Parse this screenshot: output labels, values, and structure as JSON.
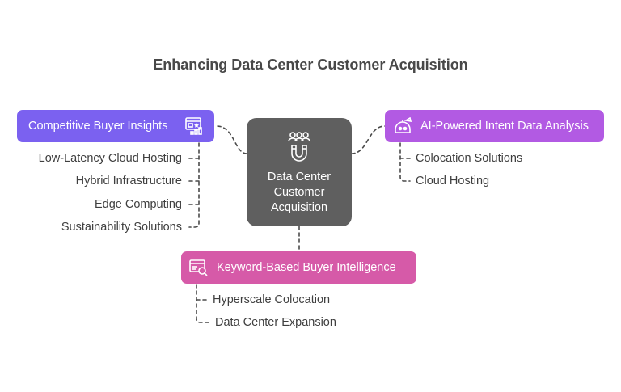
{
  "title": "Enhancing Data Center Customer Acquisition",
  "colors": {
    "center": "#5f5f5f",
    "left_branch": "#7b61f0",
    "right_branch": "#b25ae3",
    "bottom_branch": "#d65aa8",
    "connector": "#4a4a4a"
  },
  "center": {
    "label_lines": [
      "Data Center",
      "Customer",
      "Acquisition"
    ],
    "icon": "people-magnet-icon"
  },
  "branches": {
    "left": {
      "label": "Competitive Buyer Insights",
      "icon": "dashboard-analytics-icon",
      "items": [
        "Low-Latency Cloud Hosting",
        "Hybrid Infrastructure",
        "Edge Computing",
        "Sustainability Solutions"
      ]
    },
    "right": {
      "label": "AI-Powered Intent Data Analysis",
      "icon": "robot-scanner-icon",
      "items": [
        "Colocation Solutions",
        "Cloud Hosting"
      ]
    },
    "bottom": {
      "label": "Keyword-Based Buyer Intelligence",
      "icon": "browser-search-icon",
      "items": [
        "Hyperscale Colocation",
        "Data Center Expansion"
      ]
    }
  }
}
